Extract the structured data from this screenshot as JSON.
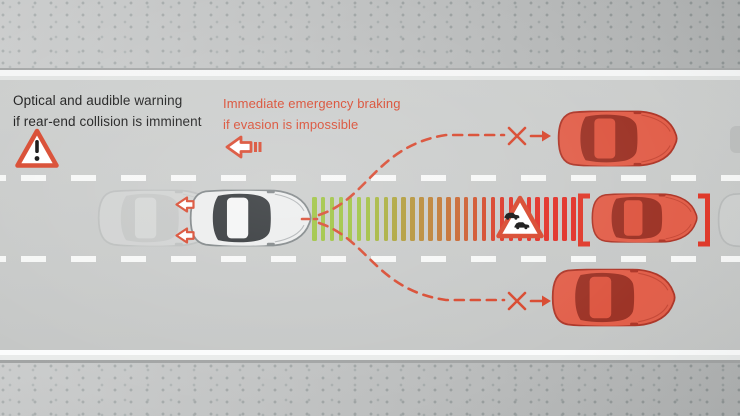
{
  "annotations": {
    "optical_warning": {
      "line1": "Optical and audible warning",
      "line2": "if rear-end collision is imminent"
    },
    "emergency_braking": {
      "line1": "Immediate emergency braking",
      "line2": "if evasion is impossible"
    }
  },
  "icons": {
    "exclamation_triangle": "warning-triangle-exclamation",
    "brake_arrow": "left-arrow-with-brake-bars",
    "congestion_sign": "traffic-jam-warning-triangle",
    "deceleration_arrows": "left-arrows-at-ego-car-rear",
    "blocked_path": "dashed-curve-with-x-cross-and-arrow",
    "target_brackets": "red-target-brackets"
  },
  "colors": {
    "road": "#c9cbca",
    "shoulder": "#bfc1c1",
    "lane_marking": "#fafbfa",
    "warning_text": "#1c1c1c",
    "warning_red": "#d8482e",
    "bracket_red": "#e03a2b",
    "radar_green": "#9cc23d",
    "radar_red": "#e23229",
    "ego_car_body": "#eceded",
    "target_car_body": "#e2604b"
  },
  "radar": {
    "bar_count": 30,
    "bar_colors": [
      "#9cc23d",
      "#9cc23d",
      "#9cc23d",
      "#9cc23d",
      "#9cc23d",
      "#9cc23d",
      "#9fbe3c",
      "#a4b53a",
      "#a8ac39",
      "#aca338",
      "#b09a36",
      "#b49135",
      "#b88833",
      "#bc7f32",
      "#c07631",
      "#c46d2f",
      "#c8642e",
      "#cc5b2d",
      "#d0522b",
      "#d4492a",
      "#d84029",
      "#dc3727",
      "#e03428",
      "#e23229",
      "#e23229",
      "#e23229",
      "#e23229",
      "#e23229",
      "#e23229",
      "#e23229"
    ]
  },
  "vehicles": [
    {
      "id": "ego-car",
      "color": "silver",
      "lane": "middle",
      "state": "braking"
    },
    {
      "id": "ego-car-ghost",
      "color": "silver-faded",
      "lane": "middle",
      "state": "previous-position"
    },
    {
      "id": "lead-car",
      "color": "red",
      "lane": "middle",
      "state": "bracketed-target"
    },
    {
      "id": "upper-lane-car",
      "color": "red",
      "lane": "upper",
      "state": "blocking-evasion"
    },
    {
      "id": "lower-lane-car",
      "color": "red",
      "lane": "lower",
      "state": "blocking-evasion"
    },
    {
      "id": "ghost-car-right",
      "color": "gray-faded",
      "lane": "middle",
      "state": "partially-visible"
    }
  ]
}
